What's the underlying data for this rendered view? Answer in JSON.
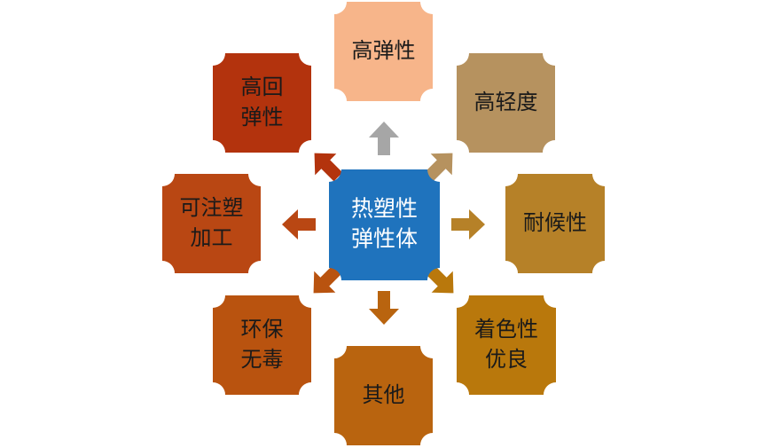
{
  "center": {
    "lines": [
      "热塑性",
      "弹性体"
    ],
    "fill": "#1f73bd",
    "text_color": "#ffffff"
  },
  "nodes": [
    {
      "id": "top",
      "lines": [
        "高弹性"
      ],
      "fill": "#f7b58a",
      "text_color": "#1a1a1a",
      "arrow_color": "#a6a6a6"
    },
    {
      "id": "top-right",
      "lines": [
        "高轻度"
      ],
      "fill": "#b6925f",
      "text_color": "#1a1a1a",
      "arrow_color": "#b6925f"
    },
    {
      "id": "right",
      "lines": [
        "耐候性"
      ],
      "fill": "#b68128",
      "text_color": "#1a1a1a",
      "arrow_color": "#b68128"
    },
    {
      "id": "bottom-right",
      "lines": [
        "着色性",
        "优良"
      ],
      "fill": "#b9780c",
      "text_color": "#1a1a1a",
      "arrow_color": "#b9780c"
    },
    {
      "id": "bottom",
      "lines": [
        "其他"
      ],
      "fill": "#b9640f",
      "text_color": "#1a1a1a",
      "arrow_color": "#b9640f"
    },
    {
      "id": "bottom-left",
      "lines": [
        "环保",
        "无毒"
      ],
      "fill": "#b9530f",
      "text_color": "#1a1a1a",
      "arrow_color": "#b9530f"
    },
    {
      "id": "left",
      "lines": [
        "可注塑",
        "加工"
      ],
      "fill": "#b94713",
      "text_color": "#1a1a1a",
      "arrow_color": "#b94713"
    },
    {
      "id": "top-left",
      "lines": [
        "高回",
        "弹性"
      ],
      "fill": "#b3330d",
      "text_color": "#1a1a1a",
      "arrow_color": "#b3330d"
    }
  ]
}
